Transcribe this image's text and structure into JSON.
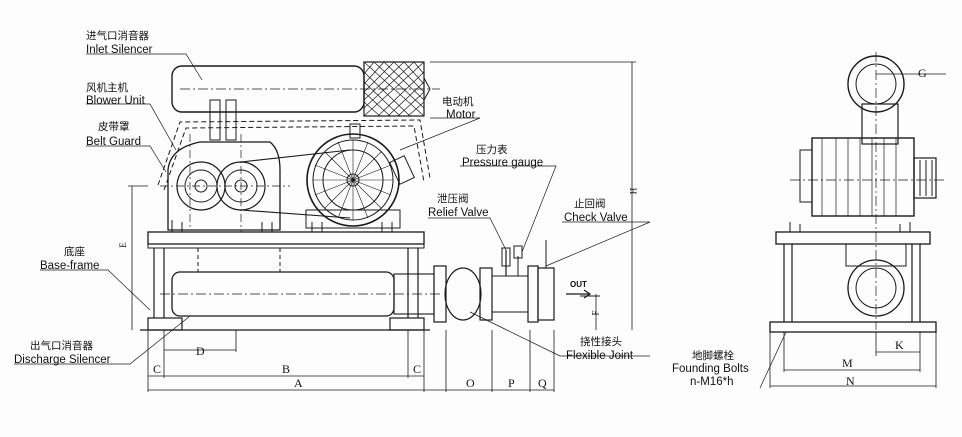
{
  "labels": {
    "inlet_silencer_cn": "进气口消音器",
    "inlet_silencer_en": "Inlet Silencer",
    "blower_unit_cn": "风机主机",
    "blower_unit_en": "Blower Unit",
    "belt_guard_cn": "皮带罩",
    "belt_guard_en": "Belt Guard",
    "motor_cn": "电动机",
    "motor_en": "Motor",
    "pressure_gauge_cn": "压力表",
    "pressure_gauge_en": "Pressure gauge",
    "relief_valve_cn": "泄压阀",
    "relief_valve_en": "Relief Valve",
    "check_valve_cn": "止回阀",
    "check_valve_en": "Check Valve",
    "base_frame_cn": "底座",
    "base_frame_en": "Base-frame",
    "discharge_silencer_cn": "出气口消音器",
    "discharge_silencer_en": "Discharge Silencer",
    "flexible_joint_cn": "挠性接头",
    "flexible_joint_en": "Flexible Joint",
    "founding_bolts_cn": "地脚螺栓",
    "founding_bolts_en": "Founding Bolts",
    "bolt_spec": "n-M16*h",
    "outlet": "OUT"
  },
  "dimensions": {
    "A": "A",
    "B": "B",
    "C": "C",
    "D": "D",
    "E": "E",
    "F": "F",
    "G": "G",
    "H": "H",
    "K": "K",
    "M": "M",
    "N": "N",
    "O": "O",
    "P": "P",
    "Q": "Q"
  }
}
